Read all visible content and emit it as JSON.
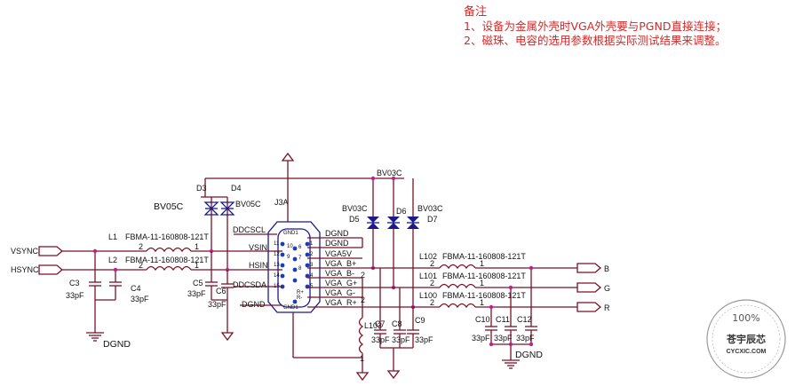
{
  "note": {
    "title": "备注",
    "line1": "1、设备为金属外壳时VGA外壳要与PGND直接连接；",
    "line2": "2、磁珠、电容的选用参数根据实际测试结果来调整。"
  },
  "ports": {
    "vsync": "VSYNC",
    "hsync": "HSYNC",
    "b": "B",
    "g": "G",
    "r": "R"
  },
  "beads": {
    "l1": "L1",
    "l1_part": "FBMA-11-160808-121T",
    "l2": "L2",
    "l2_part": "FBMA-11-160808-121T",
    "l102": "L102",
    "l102_part": "FBMA-11-160808-121T",
    "l101": "L101",
    "l101_part": "FBMA-11-160808-121T",
    "l100": "L100",
    "l100_part": "FBMA-11-160808-121T",
    "l103": "L103",
    "pin1": "1",
    "pin2": "2"
  },
  "caps": {
    "c3": "C3",
    "c4": "C4",
    "c5": "C5",
    "c6": "C6",
    "c7": "C7",
    "c8": "C8",
    "c9": "C9",
    "c10": "C10",
    "c11": "C11",
    "c12": "C12",
    "value": "33pF"
  },
  "diodes": {
    "d3": "D3",
    "d4": "D4",
    "d5": "D5",
    "d6": "D6",
    "d7": "D7",
    "bv05c": "BV05C",
    "bv03c": "BV03C"
  },
  "connector": {
    "ref": "J3A",
    "left_nets": [
      "DDCSCL",
      "VSIN",
      "HSIN",
      "DDCSDA",
      "DGND"
    ],
    "right_nets": [
      "DGND",
      "DGND",
      "VGA5V",
      "VGA_B+",
      "VGA_B-",
      "VGA_G+",
      "VGA_G-",
      "VGA_R+"
    ],
    "pin_small": [
      "GND1",
      "11",
      "12",
      "13",
      "14",
      "15",
      "10",
      "9",
      "GND1"
    ],
    "pin_inside": [
      "1",
      "6",
      "2",
      "7",
      "3",
      "8",
      "4",
      "5",
      "R+",
      "R-"
    ]
  },
  "grounds": {
    "dgnd": "DGND"
  },
  "watermark": {
    "pct": "100%",
    "name": "苍宇辰芯",
    "site": "CYCXIC.COM"
  }
}
